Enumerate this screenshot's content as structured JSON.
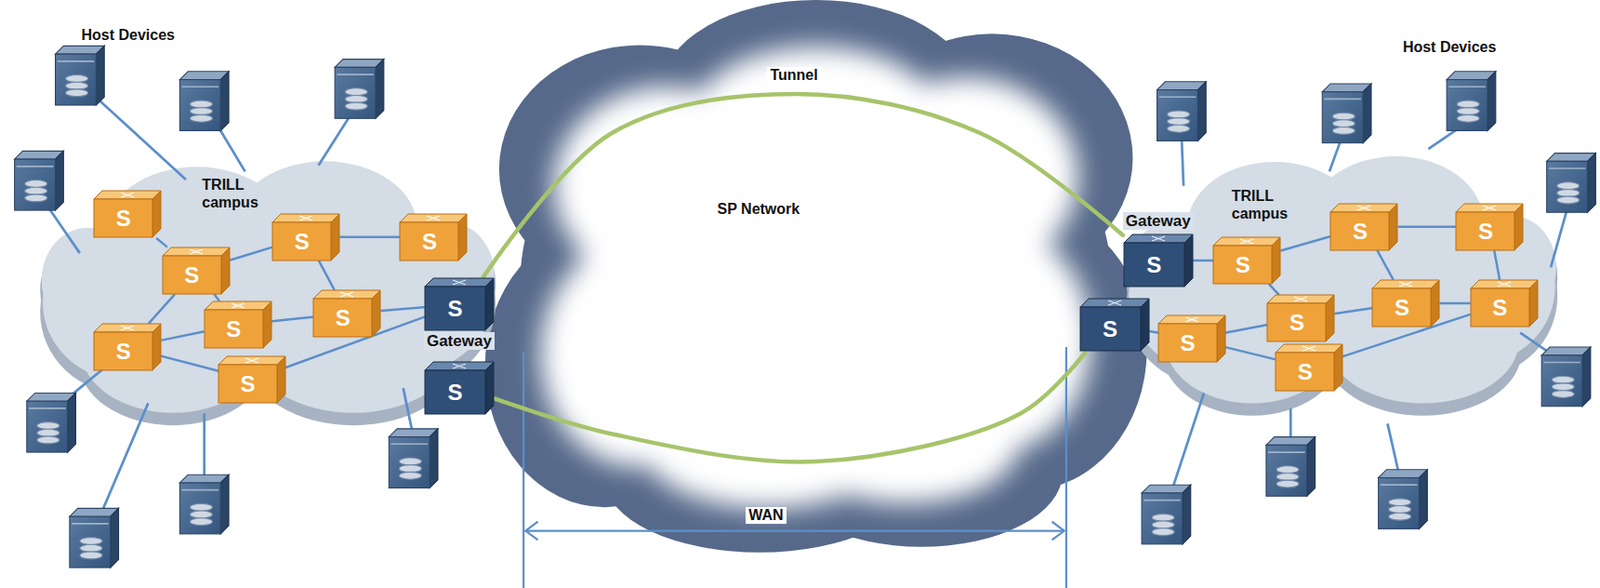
{
  "diagram": {
    "nodes": [
      {
        "text": [
          "TRILL campus"
        ]
      },
      {
        "text": [
          "S"
        ],
        "in": 0
      },
      {
        "text": [
          "S"
        ],
        "in": 0
      },
      {
        "text": [
          "S"
        ],
        "in": 0
      },
      {
        "text": [
          "S"
        ],
        "in": 0
      },
      {
        "text": [
          "S"
        ],
        "in": 0
      },
      {
        "text": [
          "S"
        ],
        "in": 0
      },
      {
        "text": [
          "S"
        ],
        "in": 0
      },
      {
        "text": [
          "S"
        ],
        "in": 0
      },
      {
        "text": [
          "S",
          "Gateway"
        ]
      },
      {
        "text": [
          "S"
        ]
      },
      {
        "text": [
          "SP Network"
        ]
      },
      {
        "text": [
          "S",
          "Gateway"
        ]
      },
      {
        "text": [
          "S"
        ]
      },
      {
        "text": [
          "TRILL campus"
        ]
      },
      {
        "text": [
          "S"
        ],
        "in": 14
      },
      {
        "text": [
          "S"
        ],
        "in": 14
      },
      {
        "text": [
          "S"
        ],
        "in": 14
      },
      {
        "text": [
          "S"
        ],
        "in": 14
      },
      {
        "text": [
          "S"
        ],
        "in": 14
      },
      {
        "text": [
          "S"
        ],
        "in": 14
      },
      {
        "text": [
          "S"
        ],
        "in": 14
      },
      {
        "text": [
          "S"
        ],
        "in": 14
      }
    ],
    "edges": [
      {
        "from": 1,
        "to": 2,
        "arrow": "none"
      },
      {
        "from": 2,
        "to": 3,
        "arrow": "none"
      },
      {
        "from": 2,
        "to": 5,
        "arrow": "none"
      },
      {
        "from": 2,
        "to": 7,
        "arrow": "none"
      },
      {
        "from": 3,
        "to": 4,
        "arrow": "none"
      },
      {
        "from": 3,
        "to": 6,
        "arrow": "none"
      },
      {
        "from": 5,
        "to": 6,
        "arrow": "none"
      },
      {
        "from": 7,
        "to": 5,
        "arrow": "none"
      },
      {
        "from": 7,
        "to": 8,
        "arrow": "none"
      },
      {
        "from": 6,
        "to": 9,
        "arrow": "none"
      },
      {
        "from": 8,
        "to": 9,
        "arrow": "none"
      },
      {
        "from": 9,
        "to": 12,
        "label": "Tunnel",
        "arrow": "none"
      },
      {
        "from": 10,
        "to": 13,
        "arrow": "none"
      },
      {
        "from": 12,
        "to": 15,
        "arrow": "none"
      },
      {
        "from": 13,
        "to": 16,
        "arrow": "none"
      },
      {
        "from": 15,
        "to": 17,
        "arrow": "none"
      },
      {
        "from": 17,
        "to": 18,
        "arrow": "none"
      },
      {
        "from": 17,
        "to": 20,
        "arrow": "none"
      },
      {
        "from": 18,
        "to": 21,
        "arrow": "none"
      },
      {
        "from": 15,
        "to": 19,
        "arrow": "none"
      },
      {
        "from": 16,
        "to": 19,
        "arrow": "none"
      },
      {
        "from": 16,
        "to": 22,
        "arrow": "none"
      },
      {
        "from": 19,
        "to": 20,
        "arrow": "none"
      },
      {
        "from": 20,
        "to": 21,
        "arrow": "none"
      },
      {
        "from": 22,
        "to": 21,
        "arrow": "none"
      }
    ],
    "labels": [
      "Host Devices",
      "Host Devices",
      "WAN"
    ]
  }
}
